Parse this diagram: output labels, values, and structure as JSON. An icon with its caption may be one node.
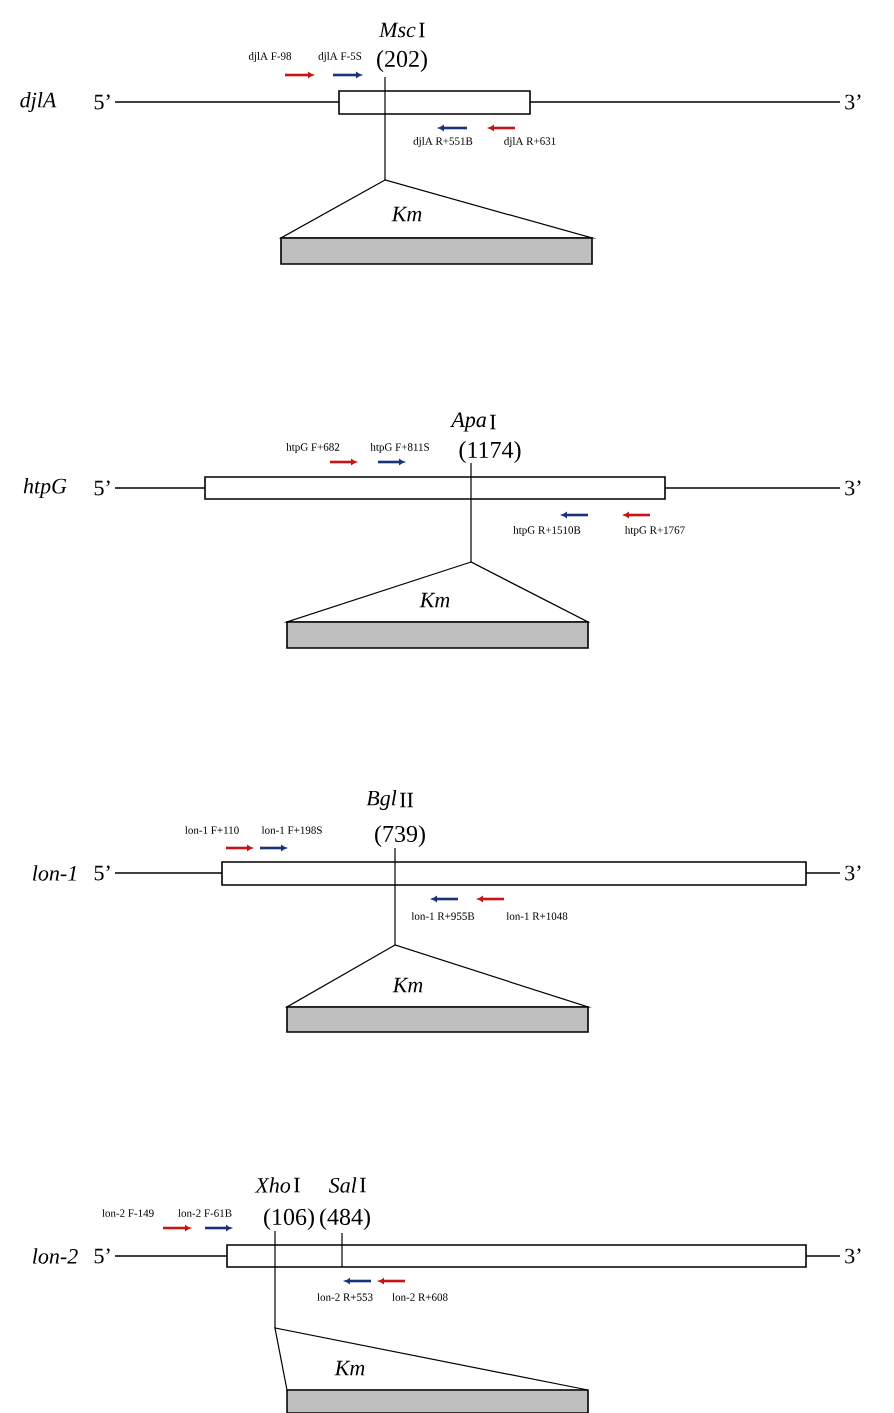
{
  "diagram": {
    "nodes": [
      {
        "text": [],
        "shape": "box"
      },
      {
        "text": [
          "Km"
        ]
      },
      {
        "text": [],
        "shape": "box"
      },
      {
        "text": [
          "Km"
        ]
      },
      {
        "text": [],
        "shape": "box"
      },
      {
        "text": [
          "Km"
        ]
      },
      {
        "text": [],
        "shape": "box"
      },
      {
        "text": [
          "Km"
        ]
      }
    ],
    "edges": [
      {
        "from": 0,
        "to": 1,
        "arrow": "none"
      },
      {
        "from": 2,
        "to": 3,
        "arrow": "none"
      },
      {
        "from": 4,
        "to": 5,
        "arrow": "none"
      },
      {
        "from": 6,
        "to": 7,
        "arrow": "none"
      }
    ],
    "labels": [
      "Msc",
      "I",
      "djlA F-98",
      "djlA F-5S",
      "(202)",
      "djlA",
      "5’",
      "3’",
      "djlA R+551B",
      "djlA R+631",
      "Apa",
      "I",
      "htpG F+682",
      "htpG F+811S",
      "(1174)",
      "htpG",
      "5’",
      "3’",
      "htpG R+1510B",
      "htpG R+1767",
      "Bgl",
      "II",
      "lon-1 F+110",
      "lon-1 F+198S",
      "(739)",
      "lon-1",
      "5’",
      "3’",
      "lon-1 R+955B",
      "lon-1 R+1048",
      "Xho",
      "I",
      "Sal",
      "I",
      "lon-2 F-149",
      "lon-2 F-61B",
      "(106)",
      "(484)",
      "lon-2",
      "5’",
      "3’",
      "lon-2 R+553",
      "lon-2 R+608"
    ]
  }
}
